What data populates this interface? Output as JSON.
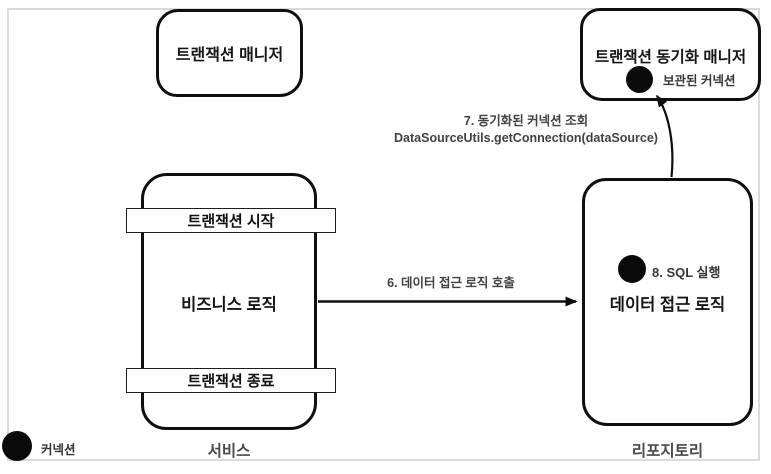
{
  "diagram": {
    "nodes": {
      "transaction_manager": {
        "label": "트랜잭션 매니저"
      },
      "sync_manager": {
        "label": "트랜잭션 동기화 매니저",
        "stored_connection_label": "보관된 커넥션"
      },
      "service": {
        "label": "서비스",
        "tx_start": "트랜잭션 시작",
        "business_logic": "비즈니스 로직",
        "tx_end": "트랜잭션 종료"
      },
      "repository": {
        "label": "리포지토리",
        "data_access_logic": "데이터 접근 로직",
        "sql_exec": "8. SQL 실행"
      }
    },
    "edges": {
      "call": {
        "label": "6. 데이터 접근 로직 호출"
      },
      "lookup": {
        "label_line1": "7. 동기화된 커넥션 조회",
        "label_line2": "DataSourceUtils.getConnection(dataSource)"
      }
    },
    "legend": {
      "connection": "커넥션"
    },
    "colors": {
      "ink": "#0f0f0f",
      "text_dark": "#161616",
      "text_gray": "#424242",
      "caption_gray": "#4a4a4a",
      "frame": "#dadada",
      "background": "#ffffff"
    }
  }
}
